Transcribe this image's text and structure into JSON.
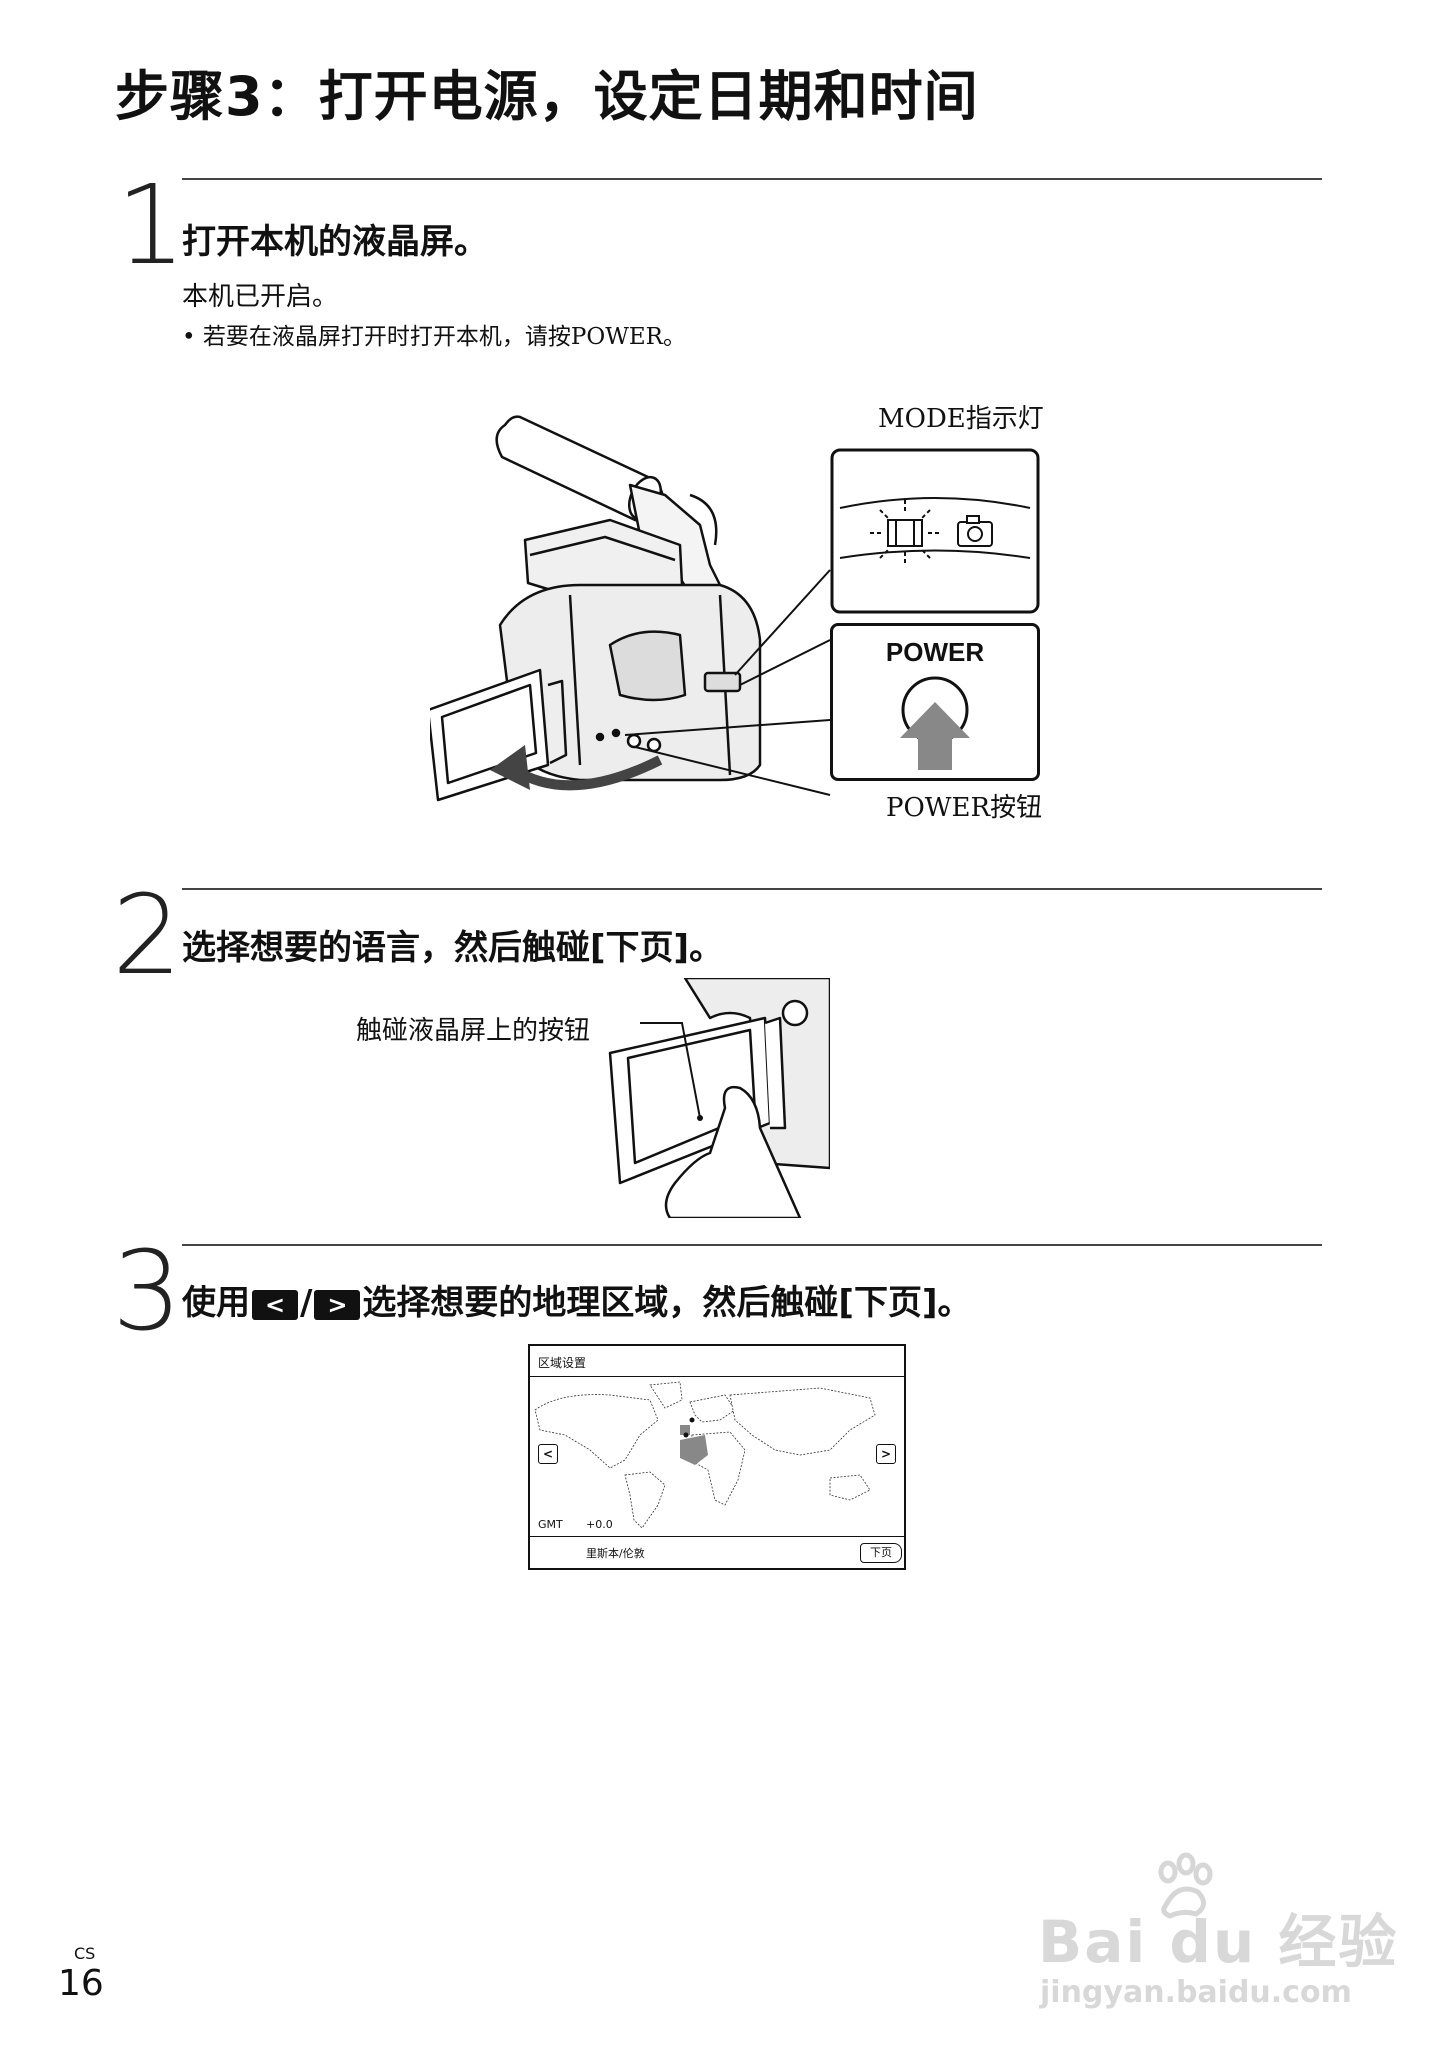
{
  "page_title": "步骤3：打开电源，设定日期和时间",
  "steps": [
    {
      "number": "1",
      "heading": "打开本机的液晶屏。",
      "body": "本机已开启。",
      "bullet": "• 若要在液晶屏打开时打开本机，请按POWER。",
      "callouts": {
        "mode_label": "MODE指示灯",
        "power_text": "POWER",
        "power_label": "POWER按钮"
      }
    },
    {
      "number": "2",
      "heading": "选择想要的语言，然后触碰[下页]。",
      "callout": "触碰液晶屏上的按钮"
    },
    {
      "number": "3",
      "heading_prefix": "使用",
      "key_left": "<",
      "key_sep": "/",
      "key_right": ">",
      "heading_suffix": "选择想要的地理区域，然后触碰[下页]。",
      "screen": {
        "title": "区域设置",
        "gmt_label": "GMT",
        "gmt_value": "+0.0",
        "region": "里斯本/伦敦",
        "next_button": "下页",
        "left_arrow": "<",
        "right_arrow": ">"
      }
    }
  ],
  "footer": {
    "lang_code": "CS",
    "page_number": "16"
  },
  "watermark": {
    "brand": "Bai du 经验",
    "url": "jingyan.baidu.com"
  }
}
